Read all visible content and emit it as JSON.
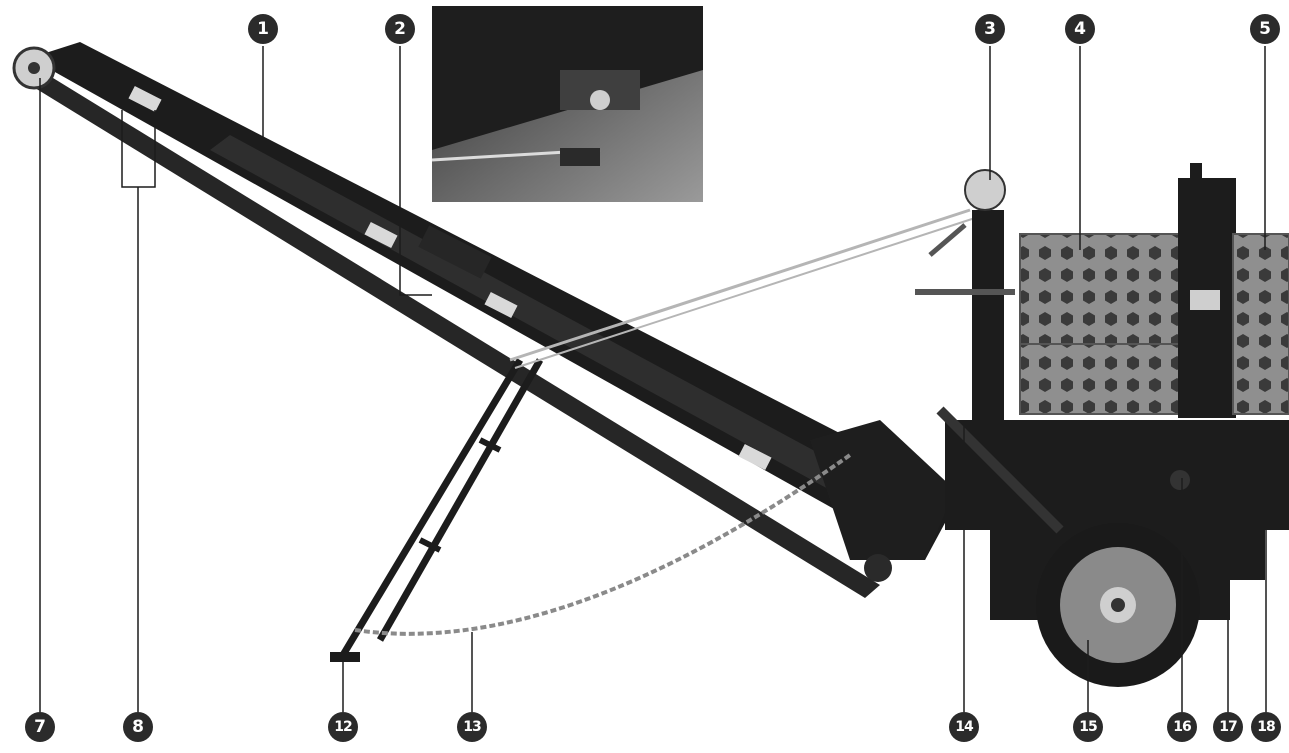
{
  "diagram": {
    "callouts": [
      "1",
      "2",
      "3",
      "4",
      "5",
      "7",
      "8",
      "12",
      "13",
      "14",
      "15",
      "16",
      "17",
      "18"
    ],
    "colors": {
      "frame": "#1c1c1c",
      "panel": "#8f8f8f",
      "panel_dark": "#6d6d6d",
      "background": "#ffffff",
      "badge": "#2b2b2b",
      "rope": "#b5b5b5",
      "chain": "#8a8a8a",
      "inset_photo": "#6a6a6a"
    },
    "icons": [
      "conveyor-belt",
      "support-leg",
      "chain",
      "pulley",
      "wheel",
      "engine-cover",
      "inset-photo"
    ]
  }
}
